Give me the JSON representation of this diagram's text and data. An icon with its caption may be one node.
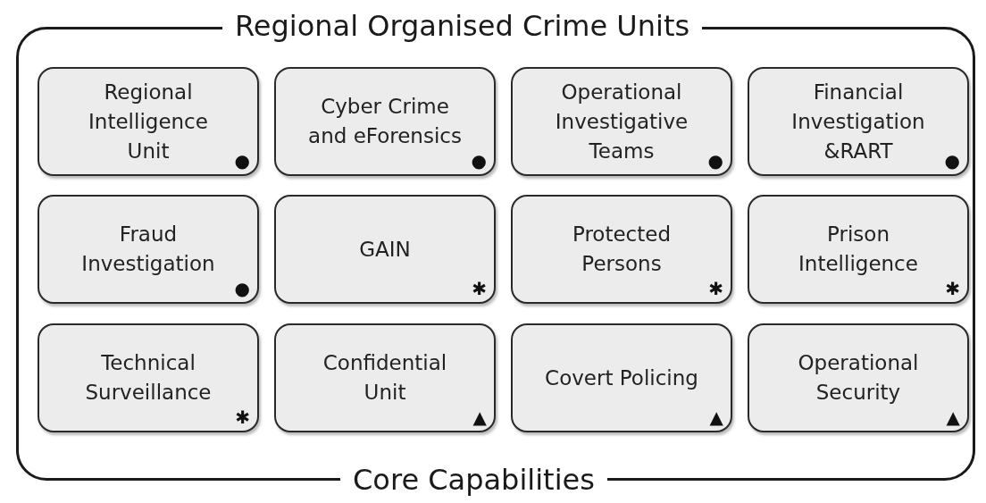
{
  "diagram": {
    "nodes": [
      {
        "text": [
          "Regional Organised Crime Units",
          "Core Capabilities"
        ]
      },
      {
        "text": [
          "Regional Intelligence Unit",
          "●"
        ],
        "in": 0
      },
      {
        "text": [
          "Cyber Crime and eForensics",
          "●"
        ],
        "in": 0
      },
      {
        "text": [
          "Operational Investigative Teams",
          "●"
        ],
        "in": 0
      },
      {
        "text": [
          "Financial Investigation &RART",
          "●"
        ],
        "in": 0
      },
      {
        "text": [
          "Fraud Investigation",
          "●"
        ],
        "in": 0
      },
      {
        "text": [
          "GAIN",
          "✱"
        ],
        "in": 0
      },
      {
        "text": [
          "Protected Persons",
          "✱"
        ],
        "in": 0
      },
      {
        "text": [
          "Prison Intelligence",
          "✱"
        ],
        "in": 0
      },
      {
        "text": [
          "Technical Surveillance",
          "✱"
        ],
        "in": 0
      },
      {
        "text": [
          "Confidential Unit",
          "▲"
        ],
        "in": 0
      },
      {
        "text": [
          "Covert Policing",
          "▲"
        ],
        "in": 0
      },
      {
        "text": [
          "Operational Security",
          "▲"
        ],
        "in": 0
      }
    ]
  }
}
